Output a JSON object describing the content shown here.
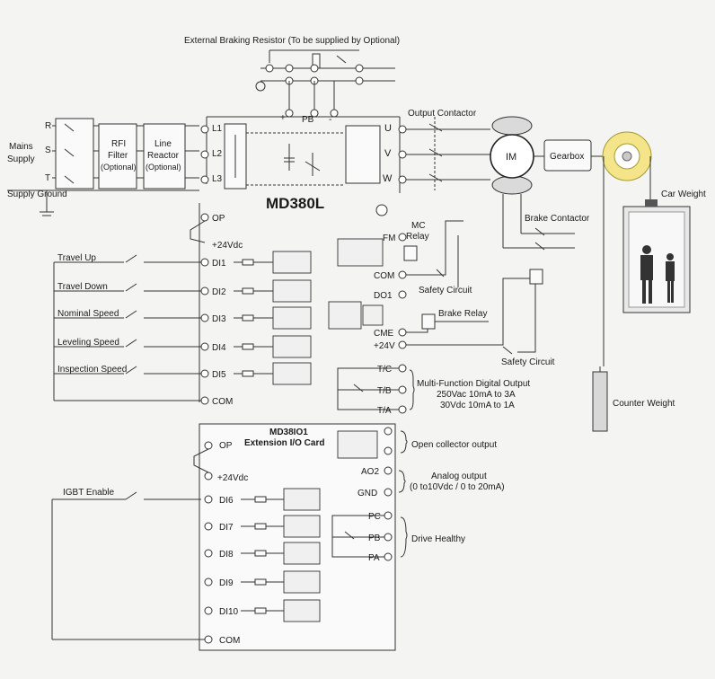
{
  "title": "External Braking Resistor (To be supplied by Optional)",
  "drive_model": "MD380L",
  "mains": {
    "label_line1": "Mains",
    "label_line2": "Supply",
    "phases": [
      "R",
      "S",
      "T"
    ],
    "ground": "Supply Ground"
  },
  "rfi": {
    "line1": "RFI",
    "line2": "Filter",
    "line3": "(Optional)"
  },
  "reactor": {
    "line1": "Line",
    "line2": "Reactor",
    "line3": "(Optional)"
  },
  "input_terminals": [
    "L1",
    "L2",
    "L3"
  ],
  "output_terminals": [
    "U",
    "V",
    "W"
  ],
  "pb_label": "PB",
  "plus_label": "+",
  "minus_label": "-",
  "output_contactor": "Output Contactor",
  "motor": "IM",
  "gearbox": "Gearbox",
  "car_weight": "Car Weight",
  "counter_weight": "Counter Weight",
  "brake_contactor": "Brake Contactor",
  "mc_relay": {
    "line1": "MC",
    "line2": "Relay"
  },
  "brake_relay": "Brake Relay",
  "safety_circuit": "Safety Circuit",
  "op": "OP",
  "plus24": "+24Vdc",
  "inputs": [
    {
      "name": "Travel Up",
      "terminal": "DI1"
    },
    {
      "name": "Travel Down",
      "terminal": "DI2"
    },
    {
      "name": "Nominal Speed",
      "terminal": "DI3"
    },
    {
      "name": "Leveling Speed",
      "terminal": "DI4"
    },
    {
      "name": "Inspection Speed",
      "terminal": "DI5"
    }
  ],
  "com": "COM",
  "fm": "FM",
  "do1": "DO1",
  "cme": "CME",
  "plus24v": "+24V",
  "relay_terms": [
    "T/C",
    "T/B",
    "T/A"
  ],
  "mfdo": {
    "line1": "Multi-Function Digital Output",
    "line2": "250Vac 10mA to 3A",
    "line3": "30Vdc 10mA to 1A"
  },
  "ext_card": {
    "line1": "MD38IO1",
    "line2": "Extension I/O Card"
  },
  "open_collector": "Open collector output",
  "ao2": "AO2",
  "gnd": "GND",
  "analog": {
    "line1": "Analog output",
    "line2": "(0 to10Vdc / 0 to 20mA)"
  },
  "igbt_enable": "IGBT Enable",
  "ext_inputs": [
    "DI6",
    "DI7",
    "DI8",
    "DI9",
    "DI10"
  ],
  "ext_relay_terms": [
    "PC",
    "PB",
    "PA"
  ],
  "drive_healthy": "Drive Healthy"
}
